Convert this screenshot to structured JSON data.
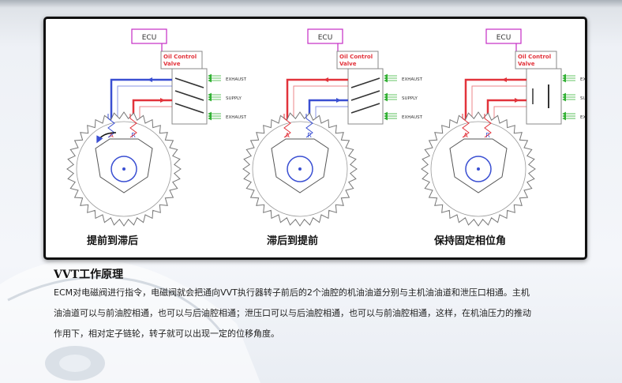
{
  "labels": {
    "ecu": "ECU",
    "valve_line1": "Oil Control",
    "valve_line2": "Valve",
    "exhaust": "EXHAUST",
    "supply": "SUPPLY",
    "chamber_a": "A",
    "chamber_r": "R"
  },
  "captions": {
    "advance_to_retard": "提前到滞后",
    "retard_to_advance": "滞后到提前",
    "hold_phase": "保持固定相位角"
  },
  "section": {
    "title": "VVT工作原理",
    "lines": [
      "ECM对电磁阀进行指令，电磁阀就会把通向VVT执行器转子前后的2个油腔的机油油道分别与主机油油道和泄压口相通。主机",
      "油油道可以与前油腔相通，也可以与后油腔相通；泄压口可以与后油腔相通，也可以与前油腔相通，这样，在机油压力的推动",
      "作用下，相对定子链轮，转子就可以出现一定的位移角度。"
    ]
  },
  "colors": {
    "oil_red": "#e2333b",
    "oil_blue": "#3a4fd2",
    "ecu_magenta": "#c42cc4",
    "port_green": "#31b033",
    "gear_outline": "#777777"
  }
}
